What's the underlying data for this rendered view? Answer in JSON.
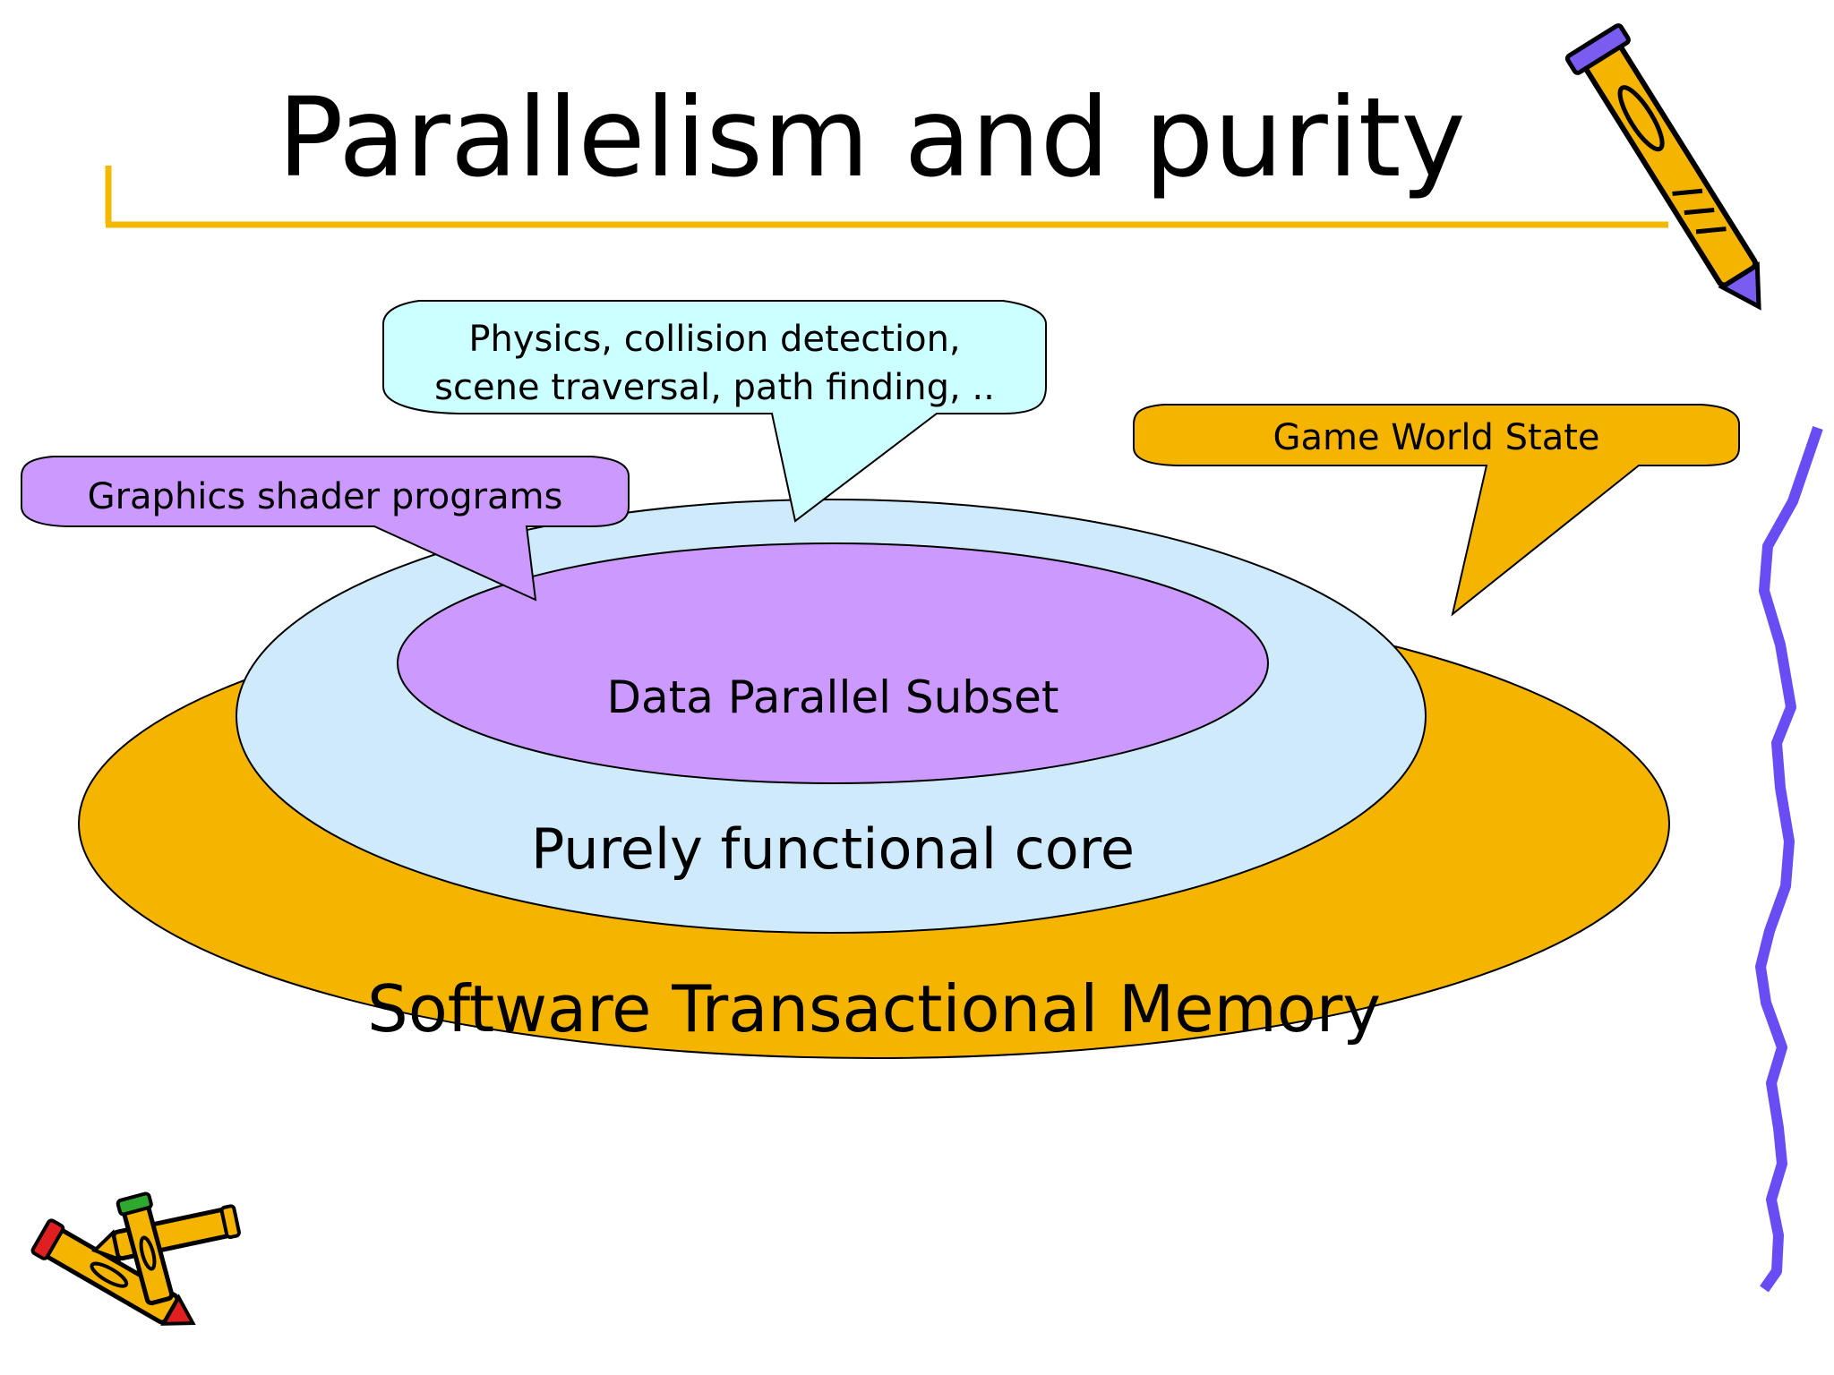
{
  "slide": {
    "title": "Parallelism and purity"
  },
  "layers": {
    "outer_label": "Software Transactional Memory",
    "middle_label": "Purely functional core",
    "inner_label": "Data Parallel Subset"
  },
  "callouts": {
    "physics_line1": "Physics, collision detection,",
    "physics_line2": "scene traversal, path finding, ..",
    "graphics": "Graphics shader programs",
    "game_world": "Game World State"
  },
  "colors": {
    "title_underline": "#F5B800",
    "outer_fill": "#F5B400",
    "middle_fill": "#CFEAFB",
    "inner_fill": "#CC99FF",
    "physics_callout_fill": "#CCFFFF",
    "graphics_callout_fill": "#CC99FF",
    "game_callout_fill": "#F5B400",
    "squiggle": "#6A4CF5"
  },
  "icons": [
    "pencil-icon",
    "crossed-pencils-icon",
    "squiggle-decoration"
  ]
}
